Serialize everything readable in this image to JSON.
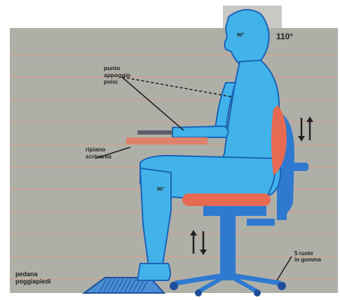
{
  "colors": {
    "wall": "#aeb0a8",
    "stripe": "#cf9f92",
    "figure": "#42b3ea",
    "figure_outline": "#1a63b8",
    "chair": "#2f7ad0",
    "chair_dark": "#1d4f9a",
    "cushion": "#e66a52",
    "desk": "#e0826a",
    "annotation": "#222222"
  },
  "labels": {
    "head_angle": "110°",
    "wrist_support": "punto\nappoggio\npolsi",
    "desk_height": "ripiano\nscrivania",
    "chair_wheels": "5 ruote\nin gomma",
    "footrest": "pedana\npoggiapiedi",
    "head_mark": "90°",
    "knee_mark": "90°"
  },
  "icons": {
    "backrest_adjust": "up-down-arrows-icon",
    "seat_height_adjust": "up-down-arrows-icon"
  }
}
